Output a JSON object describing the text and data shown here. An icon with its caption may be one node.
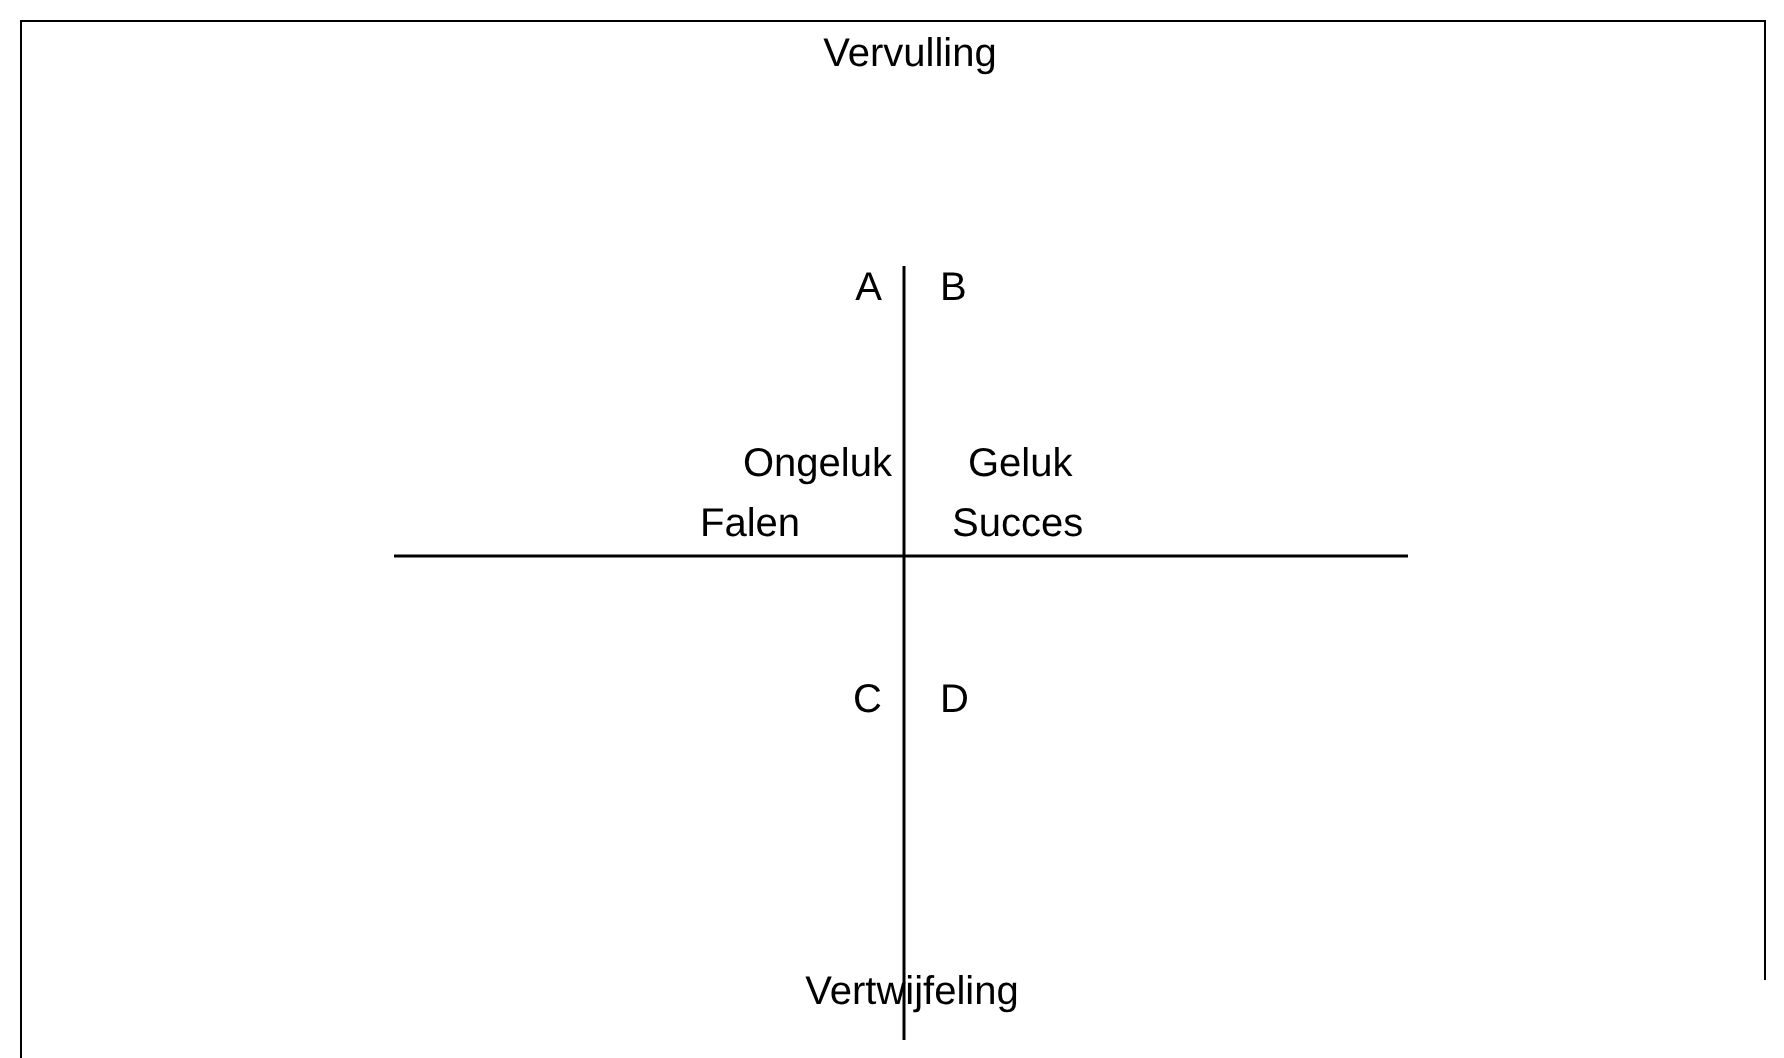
{
  "diagram": {
    "labels": [
      "Vervulling",
      "A",
      "B",
      "Ongeluk",
      "Geluk",
      "Falen",
      "Succes",
      "C",
      "D",
      "Vertwijfeling"
    ]
  }
}
